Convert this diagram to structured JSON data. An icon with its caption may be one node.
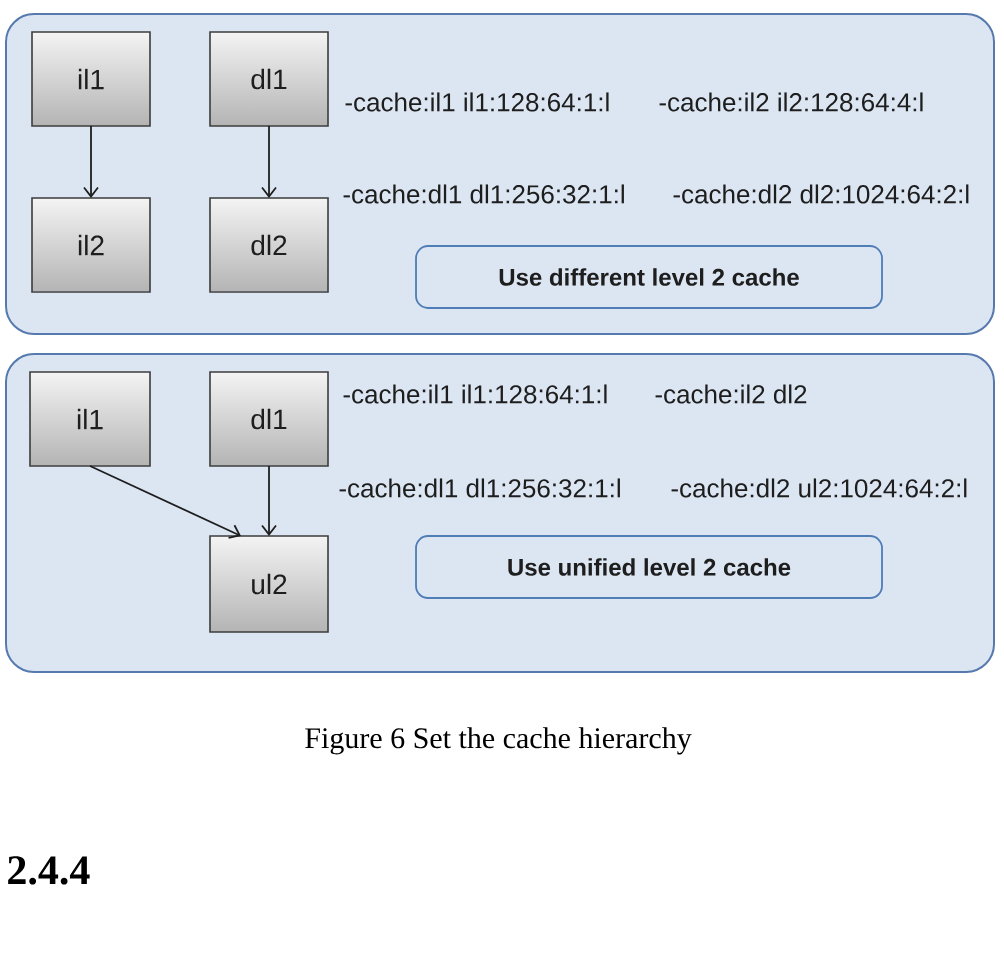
{
  "diagram": {
    "caption": "Figure 6 Set the cache hierarchy",
    "nodes": [
      {
        "text": [
          "-cache:il1 il1:128:64:1:l",
          "-cache:il2 il2:128:64:4:l",
          "-cache:dl1 dl1:256:32:1:l",
          "-cache:dl2 dl2:1024:64:2:l"
        ]
      },
      {
        "text": [
          "il1"
        ],
        "in": 0
      },
      {
        "text": [
          "dl1"
        ],
        "in": 0
      },
      {
        "text": [
          "il2"
        ],
        "in": 0
      },
      {
        "text": [
          "dl2"
        ],
        "in": 0
      },
      {
        "text": [
          "Use different level 2 cache"
        ],
        "in": 0
      },
      {
        "text": [
          "-cache:il1 il1:128:64:1:l",
          "-cache:il2 dl2",
          "-cache:dl1 dl1:256:32:1:l",
          "-cache:dl2 ul2:1024:64:2:l"
        ]
      },
      {
        "text": [
          "il1"
        ],
        "in": 6
      },
      {
        "text": [
          "dl1"
        ],
        "in": 6
      },
      {
        "text": [
          "ul2"
        ],
        "in": 6
      },
      {
        "text": [
          "Use unified level 2 cache"
        ],
        "in": 6
      }
    ],
    "edges": [
      {
        "from": 1,
        "to": 3,
        "arrow": "to"
      },
      {
        "from": 2,
        "to": 4,
        "arrow": "to"
      },
      {
        "from": 7,
        "to": 9,
        "arrow": "to"
      },
      {
        "from": 8,
        "to": 9,
        "arrow": "to"
      }
    ],
    "labels": [
      "2.4.4"
    ]
  }
}
